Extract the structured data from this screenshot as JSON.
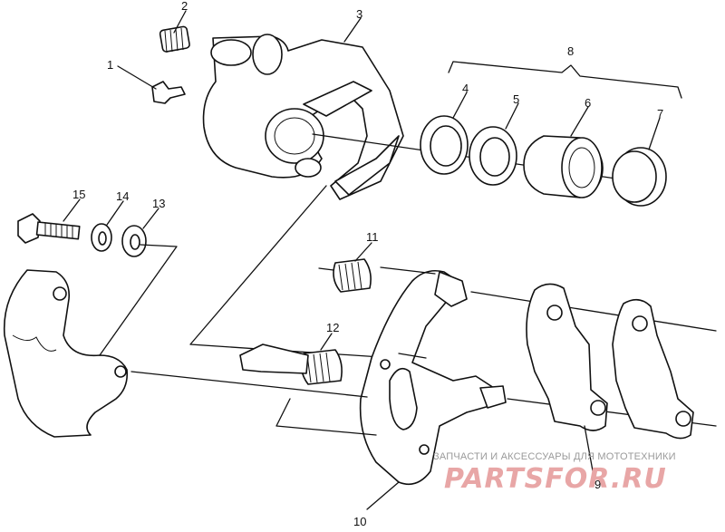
{
  "callouts": [
    {
      "id": "1",
      "text": "1"
    },
    {
      "id": "2",
      "text": "2"
    },
    {
      "id": "3",
      "text": "3"
    },
    {
      "id": "4",
      "text": "4"
    },
    {
      "id": "5",
      "text": "5"
    },
    {
      "id": "6",
      "text": "6"
    },
    {
      "id": "7",
      "text": "7"
    },
    {
      "id": "8",
      "text": "8"
    },
    {
      "id": "9",
      "text": "9"
    },
    {
      "id": "10",
      "text": "10"
    },
    {
      "id": "11",
      "text": "11"
    },
    {
      "id": "12",
      "text": "12"
    },
    {
      "id": "13",
      "text": "13"
    },
    {
      "id": "14",
      "text": "14"
    },
    {
      "id": "15",
      "text": "15"
    }
  ],
  "watermark": {
    "caption": "ЗАПЧАСТИ И АКСЕССУАРЫ ДЛЯ МОТОТЕХНИКИ",
    "logo": "PARTSFOR.RU",
    "color": "#e8a6a6"
  }
}
